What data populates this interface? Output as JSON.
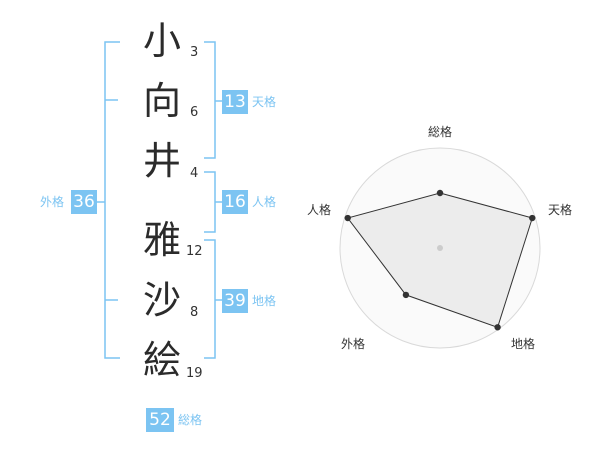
{
  "colors": {
    "accent": "#7cc4f2",
    "text": "#333333",
    "bracket": "#7cc4f2",
    "radar_line": "#333333"
  },
  "name_chars": [
    {
      "char": "小",
      "strokes": "3"
    },
    {
      "char": "向",
      "strokes": "6"
    },
    {
      "char": "井",
      "strokes": "4"
    },
    {
      "char": "雅",
      "strokes": "12"
    },
    {
      "char": "沙",
      "strokes": "8"
    },
    {
      "char": "絵",
      "strokes": "19"
    }
  ],
  "kakusu": {
    "tenkaku": {
      "value": "13",
      "label": "天格"
    },
    "jinkaku": {
      "value": "16",
      "label": "人格"
    },
    "chikaku": {
      "value": "39",
      "label": "地格"
    },
    "gaikaku": {
      "value": "36",
      "label": "外格"
    },
    "soukaku": {
      "value": "52",
      "label": "総格"
    }
  },
  "radar": {
    "axes": [
      "総格",
      "天格",
      "地格",
      "外格",
      "人格"
    ],
    "values": [
      0.55,
      0.97,
      0.98,
      0.58,
      0.97
    ],
    "rings": 4
  }
}
